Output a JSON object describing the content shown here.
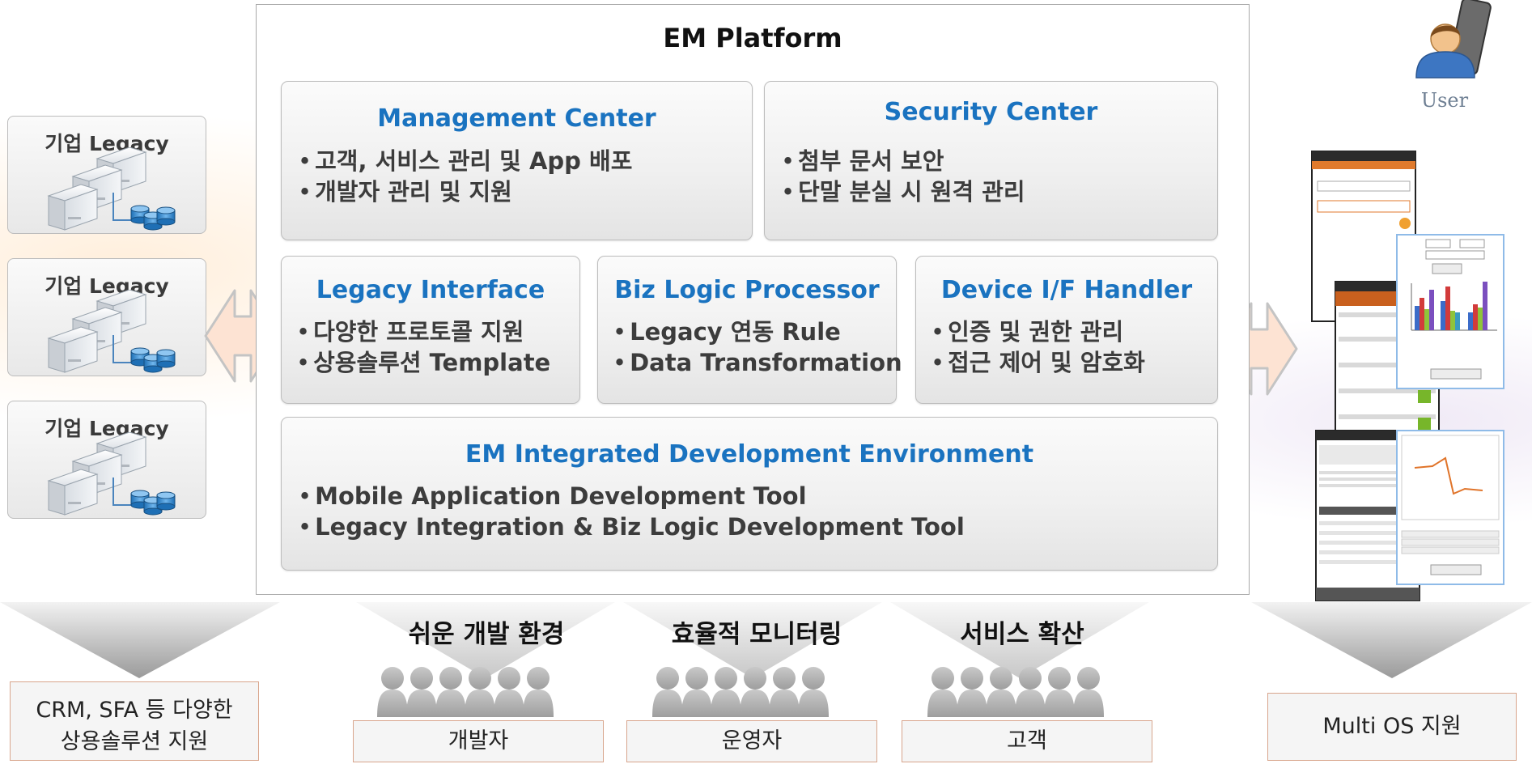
{
  "platform": {
    "title": "EM Platform",
    "management": {
      "title": "Management Center",
      "items": [
        "고객, 서비스 관리 및 App 배포",
        "개발자 관리 및 지원"
      ]
    },
    "security": {
      "title": "Security Center",
      "items": [
        "첨부 문서 보안",
        "단말 분실 시 원격 관리"
      ]
    },
    "legacy_interface": {
      "title": "Legacy Interface",
      "items": [
        "다양한 프로토콜 지원",
        "상용솔루션 Template"
      ]
    },
    "biz_logic": {
      "title": "Biz Logic Processor",
      "items": [
        "Legacy 연동 Rule",
        "Data Transformation"
      ]
    },
    "device_handler": {
      "title": "Device I/F Handler",
      "items": [
        "인증 및 권한 관리",
        "접근 제어 및 암호화"
      ]
    },
    "ide": {
      "title": "EM Integrated Development Environment",
      "items": [
        "Mobile Application Development Tool",
        "Legacy Integration & Biz Logic Development Tool"
      ]
    },
    "bullet": "•"
  },
  "legacy_systems": [
    {
      "label": "기업 Legacy"
    },
    {
      "label": "기업 Legacy"
    },
    {
      "label": "기업 Legacy"
    }
  ],
  "user": {
    "label": "User",
    "icon": "user-icon"
  },
  "bottom": {
    "left_box": {
      "line1": "CRM, SFA 등 다양한",
      "line2": "상용솔루션 지원"
    },
    "right_box": {
      "label": "Multi OS 지원"
    },
    "groups": [
      {
        "title": "쉬운 개발 환경",
        "role": "개발자"
      },
      {
        "title": "효율적 모니터링",
        "role": "운영자"
      },
      {
        "title": "서비스 확산",
        "role": "고객"
      }
    ]
  },
  "colors": {
    "accent_blue": "#1a73c0",
    "arrow_fill": "#fde3d3",
    "box_border": "#d8a58c",
    "people_gray": "#b8b8b8"
  }
}
